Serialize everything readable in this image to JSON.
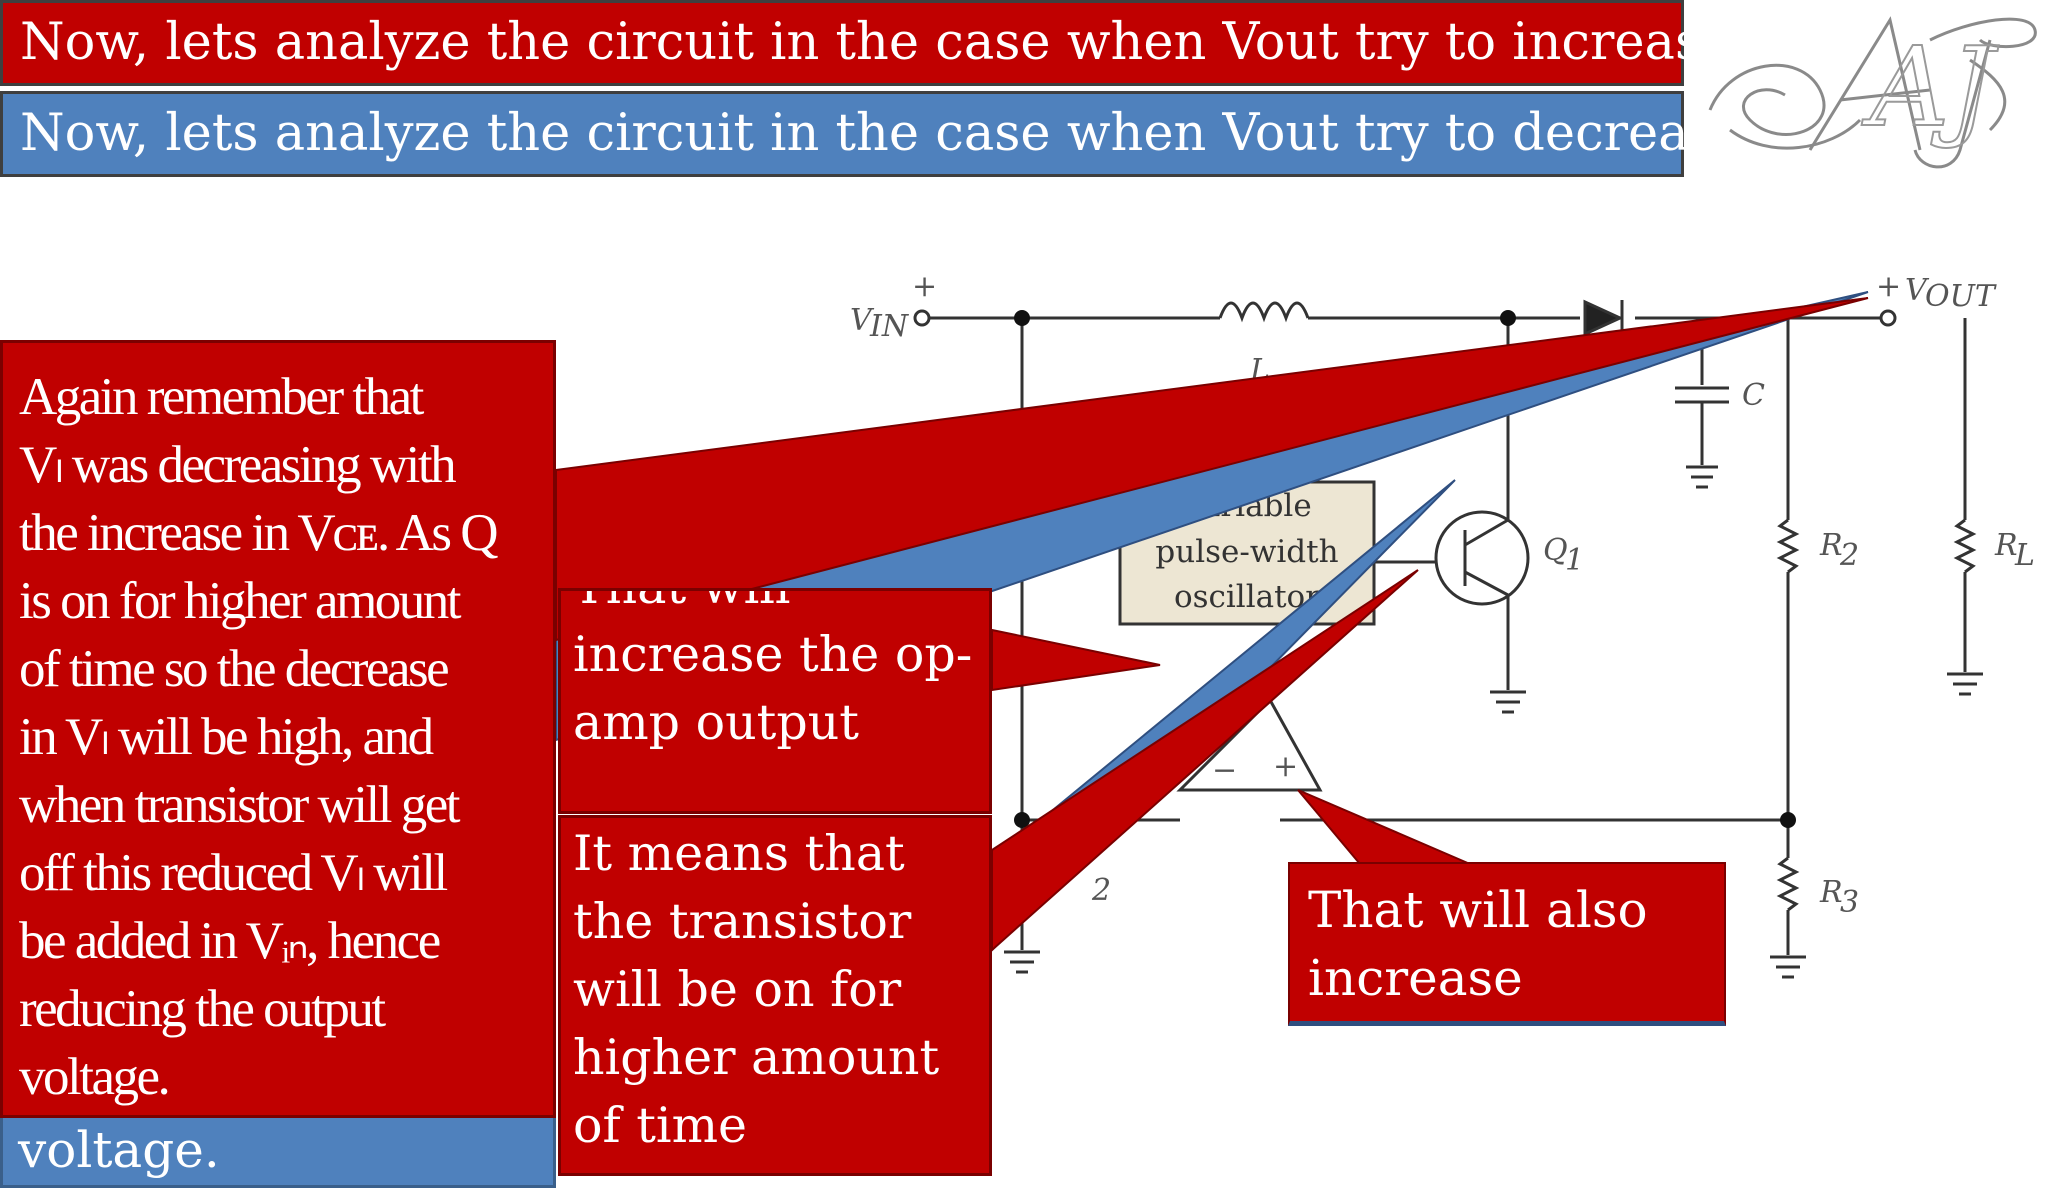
{
  "banner": {
    "increase": "Now,  lets analyze the circuit in the case when Vout try to increase",
    "decrease": "Now,  lets analyze the circuit in the case when Vout try to decrease"
  },
  "left_callout": {
    "behind_text": "voltage.",
    "lines": [
      "Again remember that",
      "Vₗ was decreasing with",
      "the increase in Vᴄᴇ. As Q",
      "is on for higher amount",
      "of time so the decrease",
      "in Vₗ will be high, and",
      "when transistor will get",
      "off this reduced Vₗ will",
      "be added in Vᵢₙ, hence",
      "reducing the output",
      "voltage."
    ]
  },
  "middle_top": {
    "lines": [
      "That will",
      "increase the op-",
      "amp output"
    ]
  },
  "middle_bottom": {
    "lines": [
      "It means that",
      "the transistor",
      "will be on for",
      "higher amount",
      "of time"
    ]
  },
  "right_callout": {
    "lines": [
      "That will also",
      "increase"
    ]
  },
  "circuit": {
    "vin": "V",
    "vin_sub": "IN",
    "vout": "V",
    "vout_sub": "OUT",
    "plus": "+",
    "inductor": "L",
    "capacitor": "C",
    "oscillator": [
      "Variable",
      "pulse-width",
      "oscillator"
    ],
    "transistor": "Q",
    "transistor_sub": "1",
    "r2": "R",
    "r2_sub": "2",
    "r3": "R",
    "r3_sub": "3",
    "rl": "R",
    "rl_sub": "L",
    "d_sub": "2",
    "opamp_minus": "−",
    "opamp_plus": "+"
  },
  "logo": "AJ",
  "colors": {
    "red": "#c00000",
    "blue": "#4f81bd"
  }
}
